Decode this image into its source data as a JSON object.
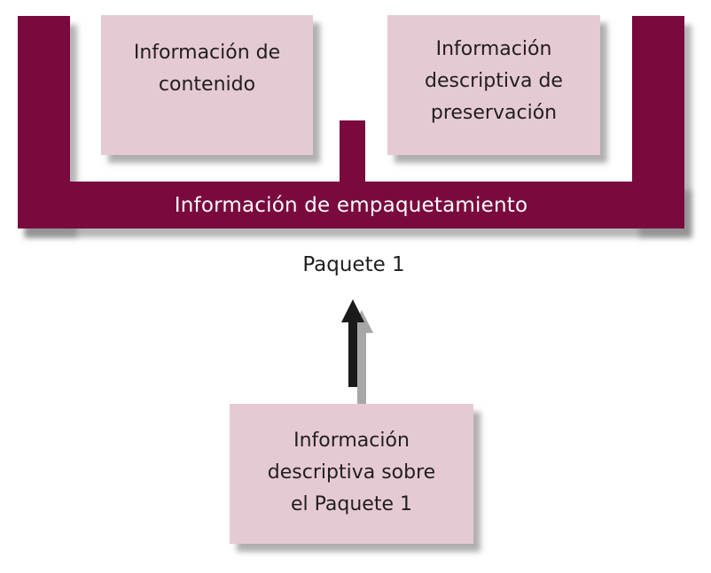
{
  "diagram": {
    "packaging_label": "Información de empaquetamiento",
    "content_info_label": "Información de\ncontenido",
    "preservation_info_label": "Información\ndescriptiva de\npreservación",
    "package_caption": "Paquete 1",
    "descriptive_info_label": "Información\ndescriptiva sobre\nel Paquete 1",
    "colors": {
      "packaging": "#7a0a3e",
      "box_fill": "#e6cad3",
      "arrow": "#1a1a1a",
      "shadow": "#8a8a8a"
    }
  }
}
